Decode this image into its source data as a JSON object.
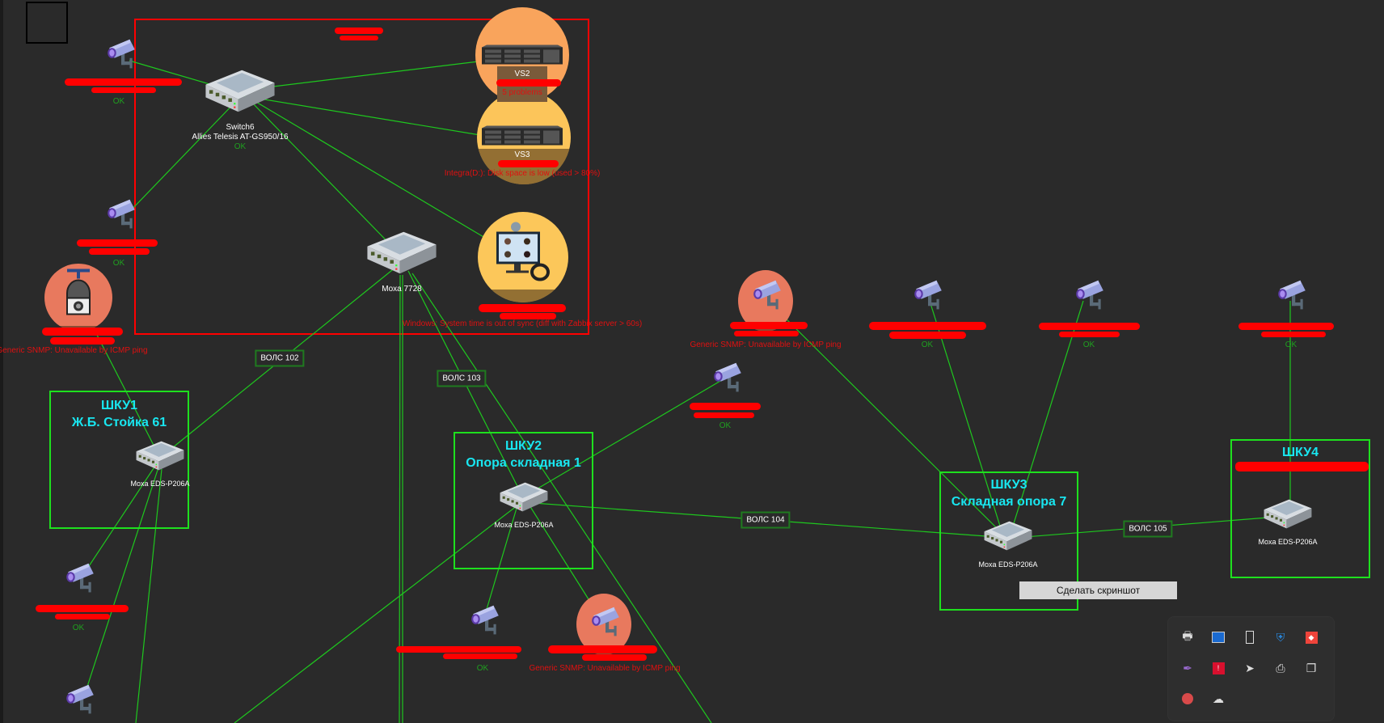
{
  "map": {
    "nodes": {
      "switch6": {
        "name": "Switch6",
        "model": "Allies Telesis AT-GS950/16",
        "status": "OK"
      },
      "vs2": {
        "name": "VS2",
        "status": "5 problems"
      },
      "vs3": {
        "name": "VS3",
        "status": "Integra(D:): Disk space is low (used > 80%)"
      },
      "videoconf": {
        "status": "Windows: System time is out of sync (diff with Zabbix server > 60s)"
      },
      "moxa7728": {
        "name": "Moxa 7728"
      },
      "ptz_camera": {
        "status": "Generic SNMP: Unavailable by ICMP ping"
      },
      "camera_top_left_1": {
        "status": "OK"
      },
      "camera_top_left_2": {
        "status": "OK"
      },
      "camera_bottom_left_1": {
        "status": "OK"
      },
      "camera_mid": {
        "status": "OK"
      },
      "camera_circle_mid": {
        "status": "Generic SNMP: Unavailable by ICMP ping"
      },
      "camera_right_1": {
        "status": "OK"
      },
      "camera_right_2": {
        "status": "OK"
      },
      "camera_right_3": {
        "status": "OK"
      },
      "camera_bottom_mid": {
        "status": "OK"
      },
      "camera_circle_bottom": {
        "status": "Generic SNMP: Unavailable by ICMP ping"
      },
      "moxa_shku1": {
        "name": "Moxa EDS-P206A"
      },
      "moxa_shku2": {
        "name": "Moxa EDS-P206A"
      },
      "moxa_shku3": {
        "name": "Moxa EDS-P206A"
      },
      "moxa_shku4": {
        "name": "Moxa EDS-P206A"
      }
    },
    "links": {
      "v102": "ВОЛС 102",
      "v103": "ВОЛС 103",
      "v104": "ВОЛС 104",
      "v105": "ВОЛС 105"
    },
    "groups": {
      "shku1": {
        "title": "ШКУ1",
        "subtitle": "Ж.Б. Стойка 61"
      },
      "shku2": {
        "title": "ШКУ2",
        "subtitle": "Опора складная 1"
      },
      "shku3": {
        "title": "ШКУ3",
        "subtitle": "Складная опора 7"
      },
      "shku4": {
        "title": "ШКУ4"
      }
    },
    "colors": {
      "link": "#1ec81e",
      "group_border": "#1ee01e",
      "problem_frame": "#ff0000",
      "ok": "#1fa01f",
      "problem": "#e01010",
      "group_title": "#19e6f0"
    }
  },
  "screenshot_button": "Сделать скриншот",
  "tray": {
    "icons": [
      "printer-icon",
      "remote-desktop-icon",
      "usb-drive-icon",
      "security-shield-error-icon",
      "anydesk-icon",
      "feather-icon",
      "amd-radeon-icon",
      "telegram-icon",
      "scanner-icon",
      "copy-windows-icon",
      "red-app-icon",
      "network-update-icon"
    ]
  }
}
